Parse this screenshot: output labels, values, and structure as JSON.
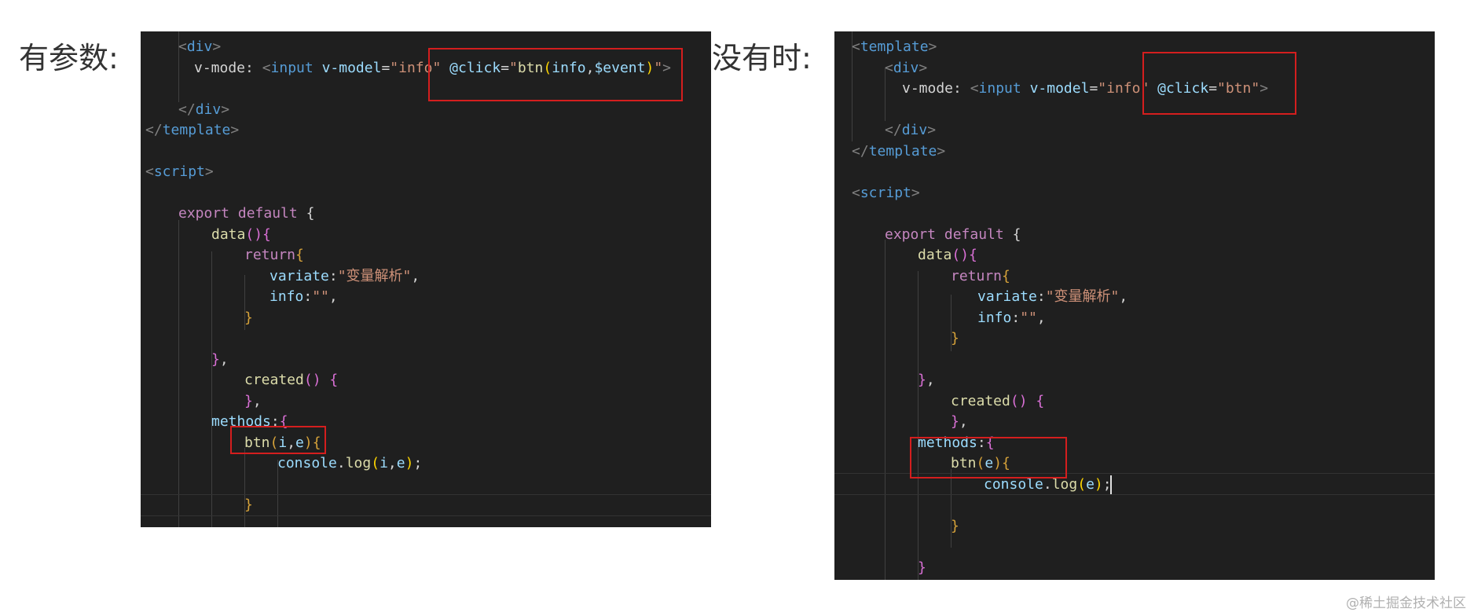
{
  "captions": {
    "left": "有参数:",
    "right": "没有时:"
  },
  "left_panel": {
    "lines": [
      [
        {
          "t": "<",
          "c": "c-punc"
        },
        {
          "t": "div",
          "c": "c-tag"
        },
        {
          "t": ">",
          "c": "c-punc"
        }
      ],
      [
        {
          "t": "v-mode: ",
          "c": "c-plain"
        },
        {
          "t": "<",
          "c": "c-punc"
        },
        {
          "t": "input ",
          "c": "c-tag"
        },
        {
          "t": "v-model",
          "c": "c-attr"
        },
        {
          "t": "=",
          "c": "c-plain"
        },
        {
          "t": "\"info\"",
          "c": "c-str"
        },
        {
          "t": " ",
          "c": "c-plain"
        },
        {
          "t": "@click",
          "c": "c-attr"
        },
        {
          "t": "=",
          "c": "c-plain"
        },
        {
          "t": "\"",
          "c": "c-str"
        },
        {
          "t": "btn",
          "c": "c-fn"
        },
        {
          "t": "(",
          "c": "c-brace"
        },
        {
          "t": "info",
          "c": "c-prop"
        },
        {
          "t": ",",
          "c": "c-plain"
        },
        {
          "t": "$event",
          "c": "c-prop"
        },
        {
          "t": ")",
          "c": "c-brace"
        },
        {
          "t": "\"",
          "c": "c-str"
        },
        {
          "t": ">",
          "c": "c-punc"
        }
      ],
      [],
      [
        {
          "t": "</",
          "c": "c-punc"
        },
        {
          "t": "div",
          "c": "c-tag"
        },
        {
          "t": ">",
          "c": "c-punc"
        }
      ],
      [
        {
          "t": "</",
          "c": "c-punc"
        },
        {
          "t": "template",
          "c": "c-tag"
        },
        {
          "t": ">",
          "c": "c-punc"
        }
      ],
      [],
      [
        {
          "t": "<",
          "c": "c-punc"
        },
        {
          "t": "script",
          "c": "c-tag"
        },
        {
          "t": ">",
          "c": "c-punc"
        }
      ],
      [],
      [
        {
          "t": "export ",
          "c": "c-kw"
        },
        {
          "t": "default ",
          "c": "c-kw"
        },
        {
          "t": "{",
          "c": "c-plain"
        }
      ],
      [
        {
          "t": "data",
          "c": "c-fn"
        },
        {
          "t": "()",
          "c": "c-brace2"
        },
        {
          "t": "{",
          "c": "c-brace2"
        }
      ],
      [
        {
          "t": "return",
          "c": "c-kw"
        },
        {
          "t": "{",
          "c": "c-orange"
        }
      ],
      [
        {
          "t": "variate",
          "c": "c-prop"
        },
        {
          "t": ":",
          "c": "c-plain"
        },
        {
          "t": "\"变量解析\"",
          "c": "c-str"
        },
        {
          "t": ",",
          "c": "c-plain"
        }
      ],
      [
        {
          "t": "info",
          "c": "c-prop"
        },
        {
          "t": ":",
          "c": "c-plain"
        },
        {
          "t": "\"\"",
          "c": "c-str"
        },
        {
          "t": ",",
          "c": "c-plain"
        }
      ],
      [
        {
          "t": "}",
          "c": "c-orange"
        }
      ],
      [],
      [
        {
          "t": "}",
          "c": "c-brace2"
        },
        {
          "t": ",",
          "c": "c-plain"
        }
      ],
      [
        {
          "t": "created",
          "c": "c-fn"
        },
        {
          "t": "() ",
          "c": "c-brace2"
        },
        {
          "t": "{",
          "c": "c-brace2"
        }
      ],
      [
        {
          "t": "}",
          "c": "c-brace2"
        },
        {
          "t": ",",
          "c": "c-plain"
        }
      ],
      [
        {
          "t": "methods",
          "c": "c-prop"
        },
        {
          "t": ":",
          "c": "c-plain"
        },
        {
          "t": "{",
          "c": "c-brace2"
        }
      ],
      [
        {
          "t": "btn",
          "c": "c-fn"
        },
        {
          "t": "(",
          "c": "c-orange"
        },
        {
          "t": "i",
          "c": "c-prop"
        },
        {
          "t": ",",
          "c": "c-plain"
        },
        {
          "t": "e",
          "c": "c-prop"
        },
        {
          "t": ")",
          "c": "c-orange"
        },
        {
          "t": "{",
          "c": "c-orange"
        }
      ],
      [
        {
          "t": "console",
          "c": "c-prop"
        },
        {
          "t": ".",
          "c": "c-plain"
        },
        {
          "t": "log",
          "c": "c-fn"
        },
        {
          "t": "(",
          "c": "c-brace"
        },
        {
          "t": "i",
          "c": "c-prop"
        },
        {
          "t": ",",
          "c": "c-plain"
        },
        {
          "t": "e",
          "c": "c-prop"
        },
        {
          "t": ")",
          "c": "c-brace"
        },
        {
          "t": ";",
          "c": "c-plain"
        }
      ],
      [],
      [
        {
          "t": "}",
          "c": "c-orange"
        }
      ]
    ]
  },
  "right_panel": {
    "lines": [
      [
        {
          "t": "<",
          "c": "c-punc"
        },
        {
          "t": "template",
          "c": "c-tag"
        },
        {
          "t": ">",
          "c": "c-punc"
        }
      ],
      [
        {
          "t": "<",
          "c": "c-punc"
        },
        {
          "t": "div",
          "c": "c-tag"
        },
        {
          "t": ">",
          "c": "c-punc"
        }
      ],
      [
        {
          "t": "v-mode: ",
          "c": "c-plain"
        },
        {
          "t": "<",
          "c": "c-punc"
        },
        {
          "t": "input ",
          "c": "c-tag"
        },
        {
          "t": "v-model",
          "c": "c-attr"
        },
        {
          "t": "=",
          "c": "c-plain"
        },
        {
          "t": "\"info\"",
          "c": "c-str"
        },
        {
          "t": " ",
          "c": "c-plain"
        },
        {
          "t": "@click",
          "c": "c-attr"
        },
        {
          "t": "=",
          "c": "c-plain"
        },
        {
          "t": "\"btn\"",
          "c": "c-str"
        },
        {
          "t": ">",
          "c": "c-punc"
        }
      ],
      [],
      [
        {
          "t": "</",
          "c": "c-punc"
        },
        {
          "t": "div",
          "c": "c-tag"
        },
        {
          "t": ">",
          "c": "c-punc"
        }
      ],
      [
        {
          "t": "</",
          "c": "c-punc"
        },
        {
          "t": "template",
          "c": "c-tag"
        },
        {
          "t": ">",
          "c": "c-punc"
        }
      ],
      [],
      [
        {
          "t": "<",
          "c": "c-punc"
        },
        {
          "t": "script",
          "c": "c-tag"
        },
        {
          "t": ">",
          "c": "c-punc"
        }
      ],
      [],
      [
        {
          "t": "export ",
          "c": "c-kw"
        },
        {
          "t": "default ",
          "c": "c-kw"
        },
        {
          "t": "{",
          "c": "c-plain"
        }
      ],
      [
        {
          "t": "data",
          "c": "c-fn"
        },
        {
          "t": "()",
          "c": "c-brace2"
        },
        {
          "t": "{",
          "c": "c-brace2"
        }
      ],
      [
        {
          "t": "return",
          "c": "c-kw"
        },
        {
          "t": "{",
          "c": "c-orange"
        }
      ],
      [
        {
          "t": "variate",
          "c": "c-prop"
        },
        {
          "t": ":",
          "c": "c-plain"
        },
        {
          "t": "\"变量解析\"",
          "c": "c-str"
        },
        {
          "t": ",",
          "c": "c-plain"
        }
      ],
      [
        {
          "t": "info",
          "c": "c-prop"
        },
        {
          "t": ":",
          "c": "c-plain"
        },
        {
          "t": "\"\"",
          "c": "c-str"
        },
        {
          "t": ",",
          "c": "c-plain"
        }
      ],
      [
        {
          "t": "}",
          "c": "c-orange"
        }
      ],
      [],
      [
        {
          "t": "}",
          "c": "c-brace2"
        },
        {
          "t": ",",
          "c": "c-plain"
        }
      ],
      [
        {
          "t": "created",
          "c": "c-fn"
        },
        {
          "t": "() ",
          "c": "c-brace2"
        },
        {
          "t": "{",
          "c": "c-brace2"
        }
      ],
      [
        {
          "t": "}",
          "c": "c-brace2"
        },
        {
          "t": ",",
          "c": "c-plain"
        }
      ],
      [
        {
          "t": "methods",
          "c": "c-prop"
        },
        {
          "t": ":",
          "c": "c-plain"
        },
        {
          "t": "{",
          "c": "c-brace2"
        }
      ],
      [
        {
          "t": "btn",
          "c": "c-fn"
        },
        {
          "t": "(",
          "c": "c-orange"
        },
        {
          "t": "e",
          "c": "c-prop"
        },
        {
          "t": ")",
          "c": "c-orange"
        },
        {
          "t": "{",
          "c": "c-orange"
        }
      ],
      [
        {
          "t": "console",
          "c": "c-prop"
        },
        {
          "t": ".",
          "c": "c-plain"
        },
        {
          "t": "log",
          "c": "c-fn"
        },
        {
          "t": "(",
          "c": "c-brace"
        },
        {
          "t": "e",
          "c": "c-prop"
        },
        {
          "t": ")",
          "c": "c-brace"
        },
        {
          "t": ";",
          "c": "c-plain"
        }
      ],
      [],
      [
        {
          "t": "}",
          "c": "c-orange"
        }
      ],
      [],
      [
        {
          "t": "}",
          "c": "c-brace2"
        }
      ]
    ]
  },
  "watermark": "@稀土掘金技术社区",
  "colors": {
    "editor_bg": "#1f1f1f",
    "highlight_box": "#d41e1e"
  }
}
